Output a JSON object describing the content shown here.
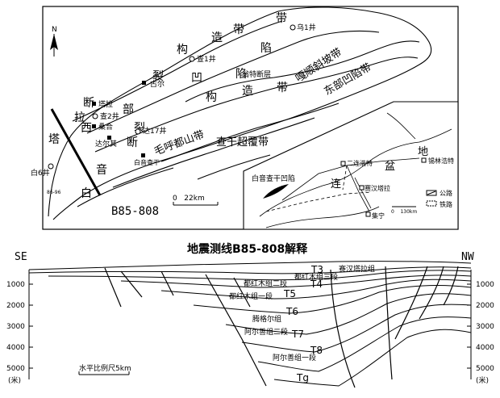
{
  "map": {
    "scale_bar": "0   22km",
    "profile_id": "B85-808",
    "north_label": "N",
    "zones": {
      "northwest_depression": [
        "带",
        "构",
        "造",
        "带",
        "陷"
      ],
      "chagan_depression_chars": [
        "裂",
        "凹",
        "陷"
      ],
      "west_rift": [
        "拉",
        "西",
        "部",
        "裂"
      ],
      "rift_mid": [
        "断",
        "音",
        "白",
        "塔",
        "断"
      ],
      "structural_chars": [
        "构",
        "造",
        "带"
      ],
      "gashun_slope": "嘎顺斜坡带",
      "eastern_depression": "东部凹陷带",
      "maohudeng_belt": "毛呼都山带",
      "chagan_overlap": "查干超覆带",
      "wengte_fault": "翁特断层"
    },
    "wells": [
      {
        "label": "乌1井",
        "symbol": "circle"
      },
      {
        "label": "查1井",
        "symbol": "circle"
      },
      {
        "label": "古尔",
        "symbol": "square"
      },
      {
        "label": "塔拉",
        "symbol": "square"
      },
      {
        "label": "查2井",
        "symbol": "circle"
      },
      {
        "label": "桑合",
        "symbol": "square"
      },
      {
        "label": "达17井",
        "symbol": "circle"
      },
      {
        "label": "达尔其",
        "symbol": "square"
      },
      {
        "label": "白音查干",
        "symbol": "square"
      },
      {
        "label": "白6井",
        "symbol": "circle"
      }
    ],
    "small_label": "86-96"
  },
  "inset": {
    "labels": {
      "title_a": "地",
      "title_b": "盆",
      "title_c": "连",
      "baiyinchagan_depression": "白音查干凹陷",
      "erlianhaote": "二连浩特",
      "xilinhaote": "锡林浩特",
      "saihantala": "赛汉塔拉",
      "jining": "集宁"
    },
    "scale": "0    130km",
    "legend": [
      {
        "label": "公路",
        "pattern": "solid"
      },
      {
        "label": "铁路",
        "pattern": "dashed"
      }
    ]
  },
  "section": {
    "title": "地震测线B85-808解释",
    "left_dir": "SE",
    "right_dir": "NW",
    "depth_ticks": [
      "1000",
      "2000",
      "3000",
      "4000",
      "5000"
    ],
    "depth_unit": "(米)",
    "scale": "水平比例尺5km",
    "horizons": [
      "T3",
      "T4",
      "T5",
      "T6",
      "T7",
      "T8",
      "Tg"
    ],
    "formations": [
      "赛汉塔拉组",
      "都红木组三段",
      "都红木组二段",
      "都红木组一段",
      "腾格尔组",
      "阿尔善组二段",
      "阿尔善组一段"
    ]
  }
}
